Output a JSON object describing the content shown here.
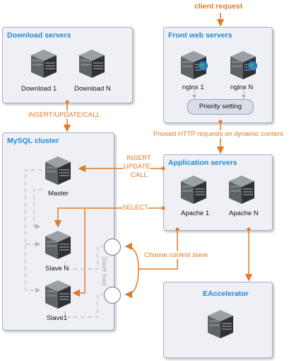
{
  "header": {
    "client_request": "client request"
  },
  "panels": {
    "download": {
      "title": "Download servers",
      "servers": [
        "Download 1",
        "Download N"
      ]
    },
    "front": {
      "title": "Front web servers",
      "servers": [
        "nginx 1",
        "nginx N"
      ],
      "priority": "Priority setting"
    },
    "mysql": {
      "title": "MySQL cluster",
      "servers": [
        "Master",
        "Slave N",
        "Slave1"
      ],
      "slave_load": "Slave load"
    },
    "app": {
      "title": "Application servers",
      "servers": [
        "Apache 1",
        "Apache N"
      ]
    },
    "eaccel": {
      "title": "EAccelerator"
    }
  },
  "edges": {
    "insert_update_call_1": "INSERT/UPDATE/CALL",
    "proxied": "Proxied HTTP requests on dynamic content",
    "insert_line1": "INSERT",
    "insert_line2": "UPDATE",
    "insert_line3": "CALL",
    "select": "SELECT",
    "choose_slave": "Choose coolest slave"
  },
  "colors": {
    "accent": "#e07a26",
    "title": "#1f8ad2",
    "panel": "#eef0f6"
  }
}
